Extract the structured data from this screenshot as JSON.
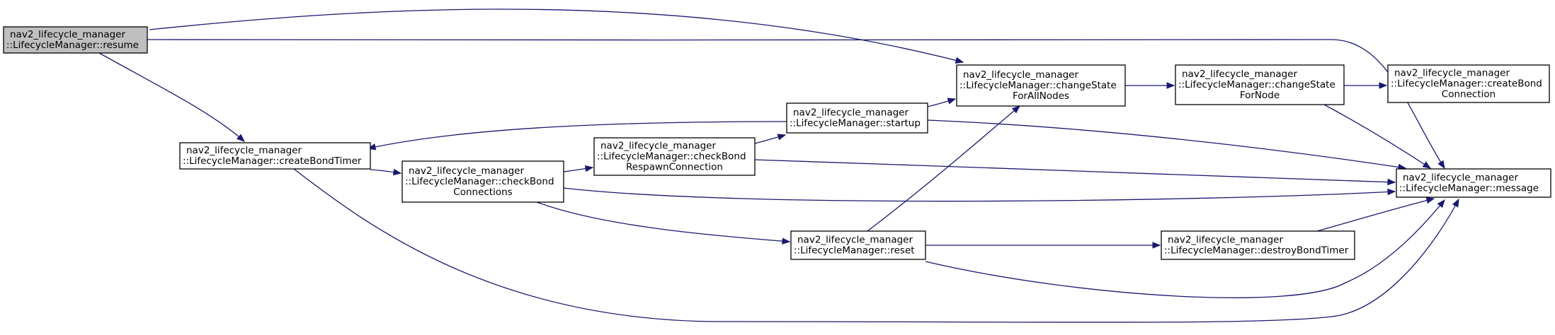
{
  "colors": {
    "edge": "#191970",
    "node_border": "#000000",
    "node_fill": "#ffffff",
    "root_fill": "#bfbfbf"
  },
  "nodes": [
    {
      "id": "resume",
      "lines": [
        "nav2_lifecycle_manager",
        "::LifecycleManager::resume"
      ],
      "highlighted": true
    },
    {
      "id": "createBondTimer",
      "lines": [
        "nav2_lifecycle_manager",
        "::LifecycleManager::createBondTimer"
      ]
    },
    {
      "id": "checkBondConnections",
      "lines": [
        "nav2_lifecycle_manager",
        "::LifecycleManager::checkBond",
        "Connections"
      ]
    },
    {
      "id": "checkBondRespawnConnection",
      "lines": [
        "nav2_lifecycle_manager",
        "::LifecycleManager::checkBond",
        "RespawnConnection"
      ]
    },
    {
      "id": "startup",
      "lines": [
        "nav2_lifecycle_manager",
        "::LifecycleManager::startup"
      ]
    },
    {
      "id": "reset",
      "lines": [
        "nav2_lifecycle_manager",
        "::LifecycleManager::reset"
      ]
    },
    {
      "id": "changeStateForAllNodes",
      "lines": [
        "nav2_lifecycle_manager",
        "::LifecycleManager::changeState",
        "ForAllNodes"
      ]
    },
    {
      "id": "changeStateForNode",
      "lines": [
        "nav2_lifecycle_manager",
        "::LifecycleManager::changeState",
        "ForNode"
      ]
    },
    {
      "id": "createBondConnection",
      "lines": [
        "nav2_lifecycle_manager",
        "::LifecycleManager::createBond",
        "Connection"
      ]
    },
    {
      "id": "destroyBondTimer",
      "lines": [
        "nav2_lifecycle_manager",
        "::LifecycleManager::destroyBondTimer"
      ]
    },
    {
      "id": "message",
      "lines": [
        "nav2_lifecycle_manager",
        "::LifecycleManager::message"
      ]
    }
  ],
  "edges": [
    [
      "resume",
      "changeStateForAllNodes"
    ],
    [
      "resume",
      "message"
    ],
    [
      "resume",
      "createBondTimer"
    ],
    [
      "createBondTimer",
      "checkBondConnections"
    ],
    [
      "createBondTimer",
      "message"
    ],
    [
      "checkBondConnections",
      "checkBondRespawnConnection"
    ],
    [
      "checkBondConnections",
      "message"
    ],
    [
      "checkBondConnections",
      "reset"
    ],
    [
      "checkBondRespawnConnection",
      "startup"
    ],
    [
      "checkBondRespawnConnection",
      "message"
    ],
    [
      "startup",
      "changeStateForAllNodes"
    ],
    [
      "startup",
      "createBondTimer"
    ],
    [
      "startup",
      "message"
    ],
    [
      "reset",
      "changeStateForAllNodes"
    ],
    [
      "reset",
      "destroyBondTimer"
    ],
    [
      "reset",
      "message"
    ],
    [
      "changeStateForAllNodes",
      "changeStateForNode"
    ],
    [
      "changeStateForNode",
      "createBondConnection"
    ],
    [
      "changeStateForNode",
      "message"
    ],
    [
      "destroyBondTimer",
      "message"
    ]
  ]
}
